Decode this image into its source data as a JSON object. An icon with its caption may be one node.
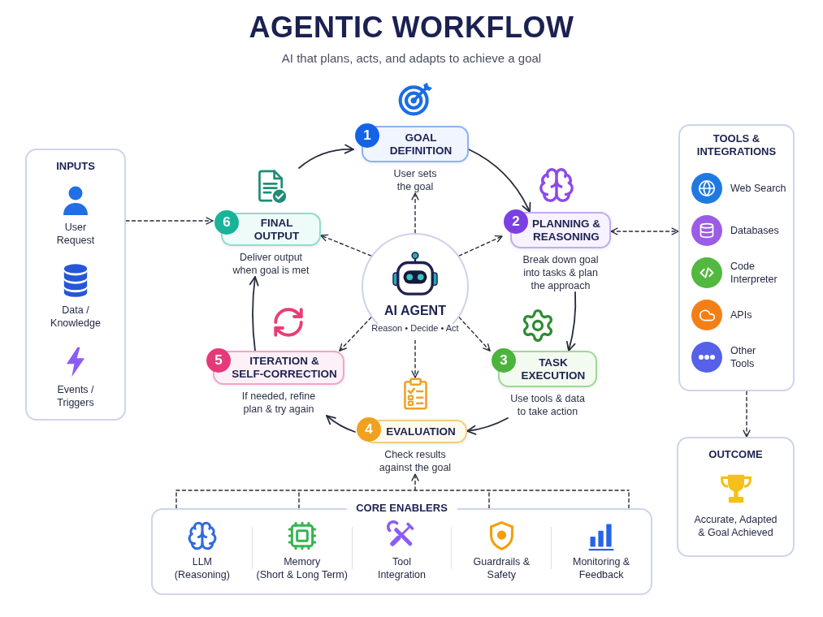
{
  "diagram": {
    "title": "AGENTIC WORKFLOW",
    "nodes": [
      {
        "text": [
          "INPUTS"
        ]
      },
      {
        "text": [
          "User Request"
        ],
        "in": 0
      },
      {
        "text": [
          "Data / Knowledge"
        ],
        "in": 0
      },
      {
        "text": [
          "Events / Triggers"
        ],
        "in": 0
      },
      {
        "text": [
          "1",
          "GOAL DEFINITION"
        ],
        "beside": [
          "User sets the goal"
        ]
      },
      {
        "text": [
          "2",
          "PLANNING & REASONING"
        ],
        "beside": [
          "Break down goal into tasks & plan the approach"
        ]
      },
      {
        "text": [
          "3",
          "TASK EXECUTION"
        ],
        "beside": [
          "Use tools & data to take action"
        ]
      },
      {
        "text": [
          "4",
          "EVALUATION"
        ],
        "beside": [
          "Check results against the goal"
        ]
      },
      {
        "text": [
          "5",
          "ITERATION & SELF-CORRECTION"
        ],
        "beside": [
          "If needed, refine plan & try again"
        ]
      },
      {
        "text": [
          "6",
          "FINAL OUTPUT"
        ],
        "beside": [
          "Deliver output when goal is met"
        ]
      },
      {
        "text": [
          "AI AGENT",
          "Reason • Decide • Act"
        ]
      },
      {
        "text": [
          "TOOLS & INTEGRATIONS"
        ]
      },
      {
        "text": [
          "Web Search"
        ],
        "in": 11
      },
      {
        "text": [
          "Databases"
        ],
        "in": 11
      },
      {
        "text": [
          "Code Interpreter"
        ],
        "in": 11
      },
      {
        "text": [
          "APIs"
        ],
        "in": 11
      },
      {
        "text": [
          "Other Tools"
        ],
        "in": 11
      },
      {
        "text": [
          "OUTCOME",
          "Accurate, Adapted & Goal Achieved"
        ]
      },
      {
        "text": [
          "CORE ENABLERS"
        ]
      },
      {
        "text": [
          "LLM",
          "(Reasoning)"
        ],
        "in": 18
      },
      {
        "text": [
          "Memory",
          "(Short & Long Term)"
        ],
        "in": 18
      },
      {
        "text": [
          "Tool Integration"
        ],
        "in": 18
      },
      {
        "text": [
          "Guardrails & Safety"
        ],
        "in": 18
      },
      {
        "text": [
          "Monitoring & Feedback"
        ],
        "in": 18
      }
    ],
    "edges": [
      {
        "from": 4,
        "to": 5,
        "arrow": "to"
      },
      {
        "from": 5,
        "to": 6,
        "arrow": "to"
      },
      {
        "from": 6,
        "to": 7,
        "arrow": "to"
      },
      {
        "from": 7,
        "to": 8,
        "arrow": "to"
      },
      {
        "from": 8,
        "to": 9,
        "arrow": "to"
      },
      {
        "from": 9,
        "to": 4,
        "arrow": "to"
      },
      {
        "from": 10,
        "to": 4,
        "arrow": "to",
        "style": "dashed"
      },
      {
        "from": 10,
        "to": 5,
        "arrow": "to",
        "style": "dashed"
      },
      {
        "from": 10,
        "to": 6,
        "arrow": "to",
        "style": "dashed"
      },
      {
        "from": 10,
        "to": 7,
        "arrow": "to",
        "style": "dashed"
      },
      {
        "from": 10,
        "to": 8,
        "arrow": "to",
        "style": "dashed"
      },
      {
        "from": 10,
        "to": 9,
        "arrow": "to",
        "style": "dashed"
      },
      {
        "from": 0,
        "to": 9,
        "arrow": "to",
        "style": "dashed"
      },
      {
        "from": 5,
        "to": 11,
        "arrow": "both",
        "style": "dashed"
      },
      {
        "from": 11,
        "to": 17,
        "arrow": "to",
        "style": "dashed"
      },
      {
        "from": 18,
        "to": 7,
        "arrow": "to",
        "style": "dashed"
      }
    ],
    "labels": [
      "AI that plans, acts, and adapts to achieve a goal"
    ]
  }
}
